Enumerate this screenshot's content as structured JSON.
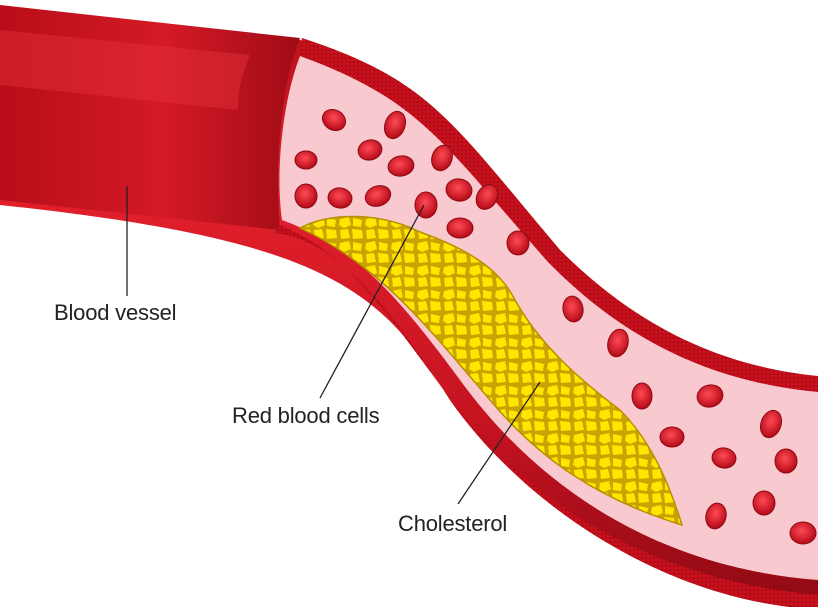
{
  "labels": {
    "blood_vessel": "Blood vessel",
    "red_blood_cells": "Red blood cells",
    "cholesterol": "Cholesterol"
  },
  "colors": {
    "vessel_wall": "#d0121f",
    "vessel_dark": "#8e0a14",
    "lumen": "#f9c9d0",
    "plaque": "#ffe600",
    "plaque_dark": "#c9a300",
    "red_cell": "#d20f1f",
    "leader_line": "#222222"
  }
}
